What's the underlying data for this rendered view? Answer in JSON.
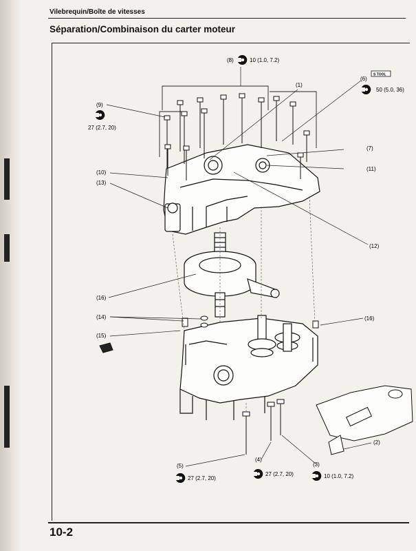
{
  "header": {
    "section": "Vilebrequin/Boîte de vitesses",
    "title": "Séparation/Combinaison du carter moteur"
  },
  "footer": {
    "page_number": "10-2"
  },
  "figure": {
    "callouts": {
      "c1": "(1)",
      "c2": "(2)",
      "c3": "(3)",
      "c4": "(4)",
      "c5": "(5)",
      "c6": "(6)",
      "c7": "(7)",
      "c8": "(8)",
      "c9": "(9)",
      "c10": "(10)",
      "c11": "(11)",
      "c12": "(12)",
      "c13": "(13)",
      "c14": "(14)",
      "c15": "(15)",
      "c16a": "(16)",
      "c16b": "(16)"
    },
    "torques": {
      "t8": "10 (1.0, 7.2)",
      "t6": "50 (5.0, 36)",
      "t9": "27 (2.7, 20)",
      "t5": "27 (2.7, 20)",
      "t4": "27 (2.7, 20)",
      "t3": "10 (1.0, 7.2)"
    },
    "tool_tag": "S TOOL"
  }
}
